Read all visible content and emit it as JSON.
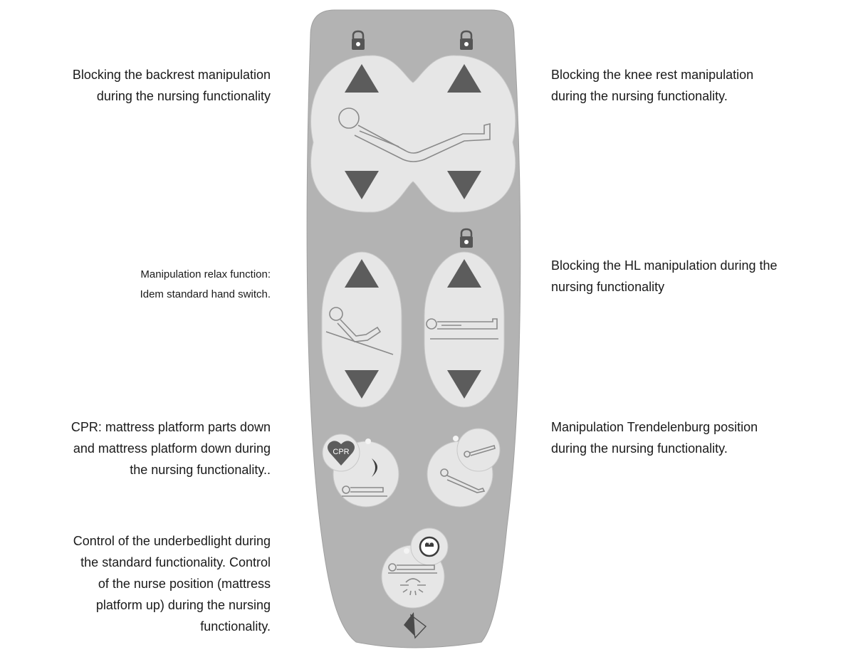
{
  "captions": {
    "backrest_lock": [
      "Blocking the backrest manipulation",
      "during the nursing functionality"
    ],
    "kneerest_lock": [
      "Blocking the knee rest manipulation",
      "during the nursing functionality."
    ],
    "relax": [
      "Manipulation relax function:",
      "Idem standard hand switch."
    ],
    "hl_lock": [
      "Blocking the HL manipulation during the",
      "nursing functionality"
    ],
    "cpr": [
      "CPR: mattress platform parts down",
      "and mattress platform down during",
      "the nursing functionality.."
    ],
    "trendelenburg": [
      "Manipulation Trendelenburg position",
      "during the nursing functionality."
    ],
    "underbedlight": [
      "Control of the underbedlight during",
      "the standard functionality. Control",
      "of the nurse position (mattress",
      "platform up) during the nursing",
      "functionality."
    ]
  },
  "remote": {
    "cpr_label": "CPR",
    "icons": [
      "lock-icon",
      "arrow-up-icon",
      "arrow-down-icon",
      "patient-bed-icon",
      "heart-icon",
      "moon-icon",
      "nurse-icon",
      "light-icon"
    ],
    "colors": {
      "body": "#b3b3b3",
      "button": "#e6e6e6",
      "arrow": "#5c5c5c",
      "line": "#8a8a8a"
    }
  }
}
